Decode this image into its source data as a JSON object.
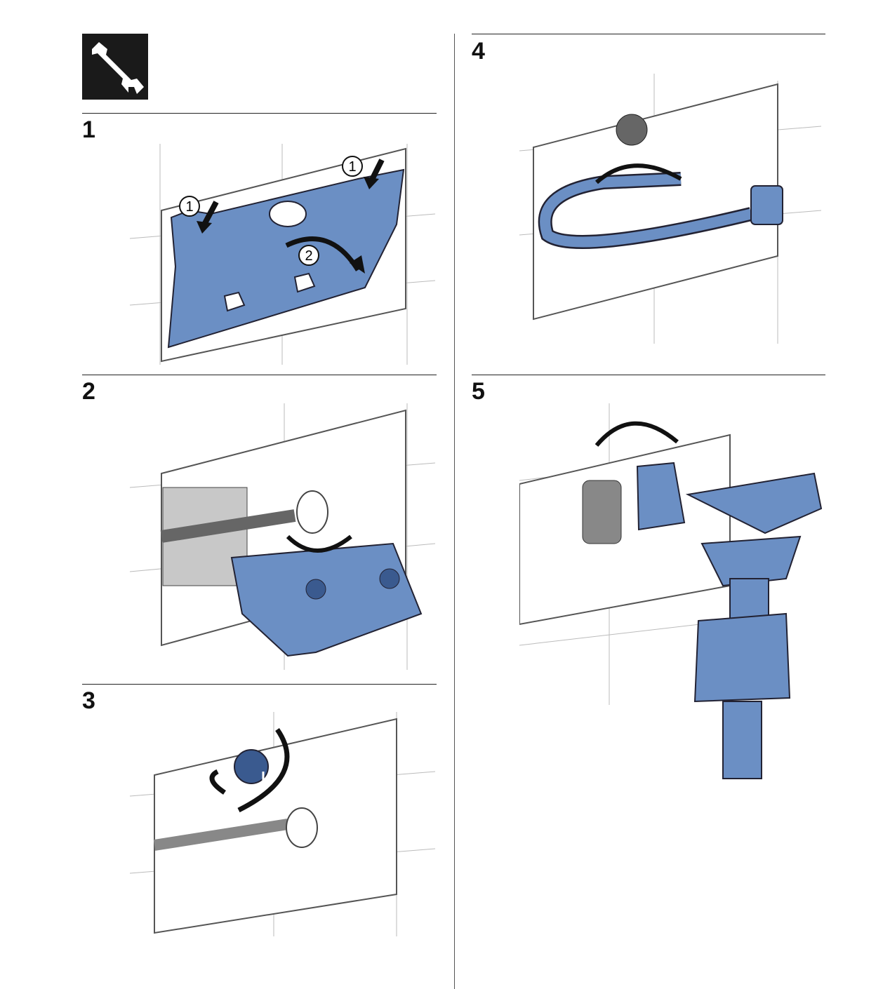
{
  "header": {
    "icon": "wrench-icon"
  },
  "steps": [
    {
      "number": "1",
      "callouts": [
        "1",
        "1",
        "2"
      ]
    },
    {
      "number": "2"
    },
    {
      "number": "3"
    },
    {
      "number": "4"
    },
    {
      "number": "5"
    }
  ],
  "colors": {
    "part_blue": "#6b8fc4",
    "line": "#222222",
    "tile": "#bbbbbb"
  }
}
